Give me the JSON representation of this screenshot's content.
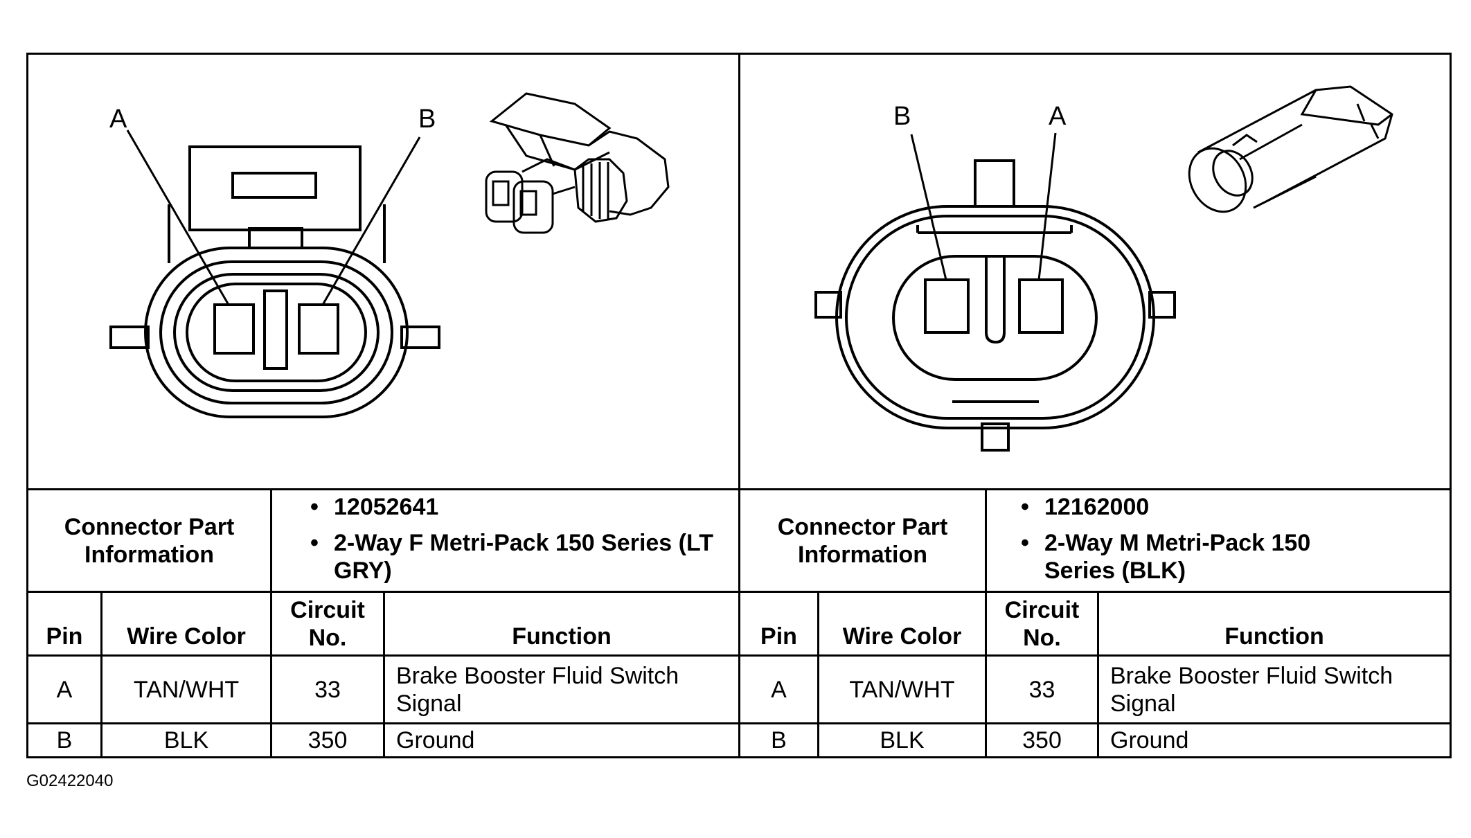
{
  "connectors": [
    {
      "pin_labels": [
        "A",
        "B"
      ],
      "info_header": "Connector Part\nInformation",
      "part_number": "12052641",
      "description": "2-Way F Metri-Pack 150 Series (LT GRY)",
      "columns": {
        "pin": "Pin",
        "wire_color": "Wire Color",
        "circuit": "Circuit No.",
        "function": "Function"
      },
      "rows": [
        {
          "pin": "A",
          "wire_color": "TAN/WHT",
          "circuit": "33",
          "function": "Brake Booster Fluid Switch Signal"
        },
        {
          "pin": "B",
          "wire_color": "BLK",
          "circuit": "350",
          "function": "Ground"
        }
      ]
    },
    {
      "pin_labels": [
        "B",
        "A"
      ],
      "info_header": "Connector Part\nInformation",
      "part_number": "12162000",
      "description": "2-Way M Metri-Pack 150 Series (BLK)",
      "columns": {
        "pin": "Pin",
        "wire_color": "Wire Color",
        "circuit": "Circuit No.",
        "function": "Function"
      },
      "rows": [
        {
          "pin": "A",
          "wire_color": "TAN/WHT",
          "circuit": "33",
          "function": "Brake Booster Fluid Switch Signal"
        },
        {
          "pin": "B",
          "wire_color": "BLK",
          "circuit": "350",
          "function": "Ground"
        }
      ]
    }
  ],
  "figure_id": "G02422040"
}
